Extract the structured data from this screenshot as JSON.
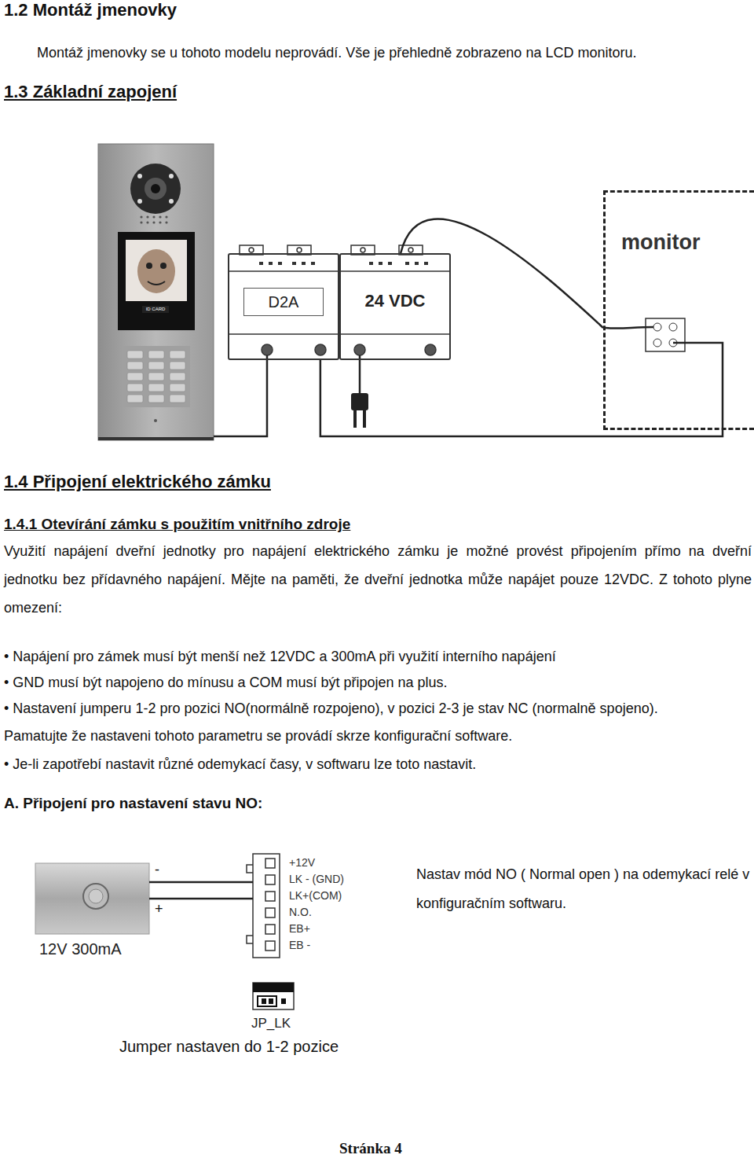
{
  "diagram": {
    "nodes": [
      {
        "text": [
          "D2A"
        ]
      },
      {
        "text": [
          "24 VDC"
        ]
      },
      {
        "text": [
          "monitor"
        ]
      },
      {
        "text": [
          "12V 300mA"
        ]
      },
      {
        "text": [
          "+12V",
          "LK - (GND)",
          "LK+(COM)",
          "N.O.",
          "EB+",
          "EB -"
        ]
      },
      {
        "text": [
          "JP_LK"
        ]
      }
    ],
    "edges": [
      {
        "from": 0,
        "to": 2,
        "arrow": "none"
      },
      {
        "from": 1,
        "to": 2,
        "arrow": "none"
      },
      {
        "from": 3,
        "to": 4,
        "arrow": "none"
      }
    ],
    "labels": [
      "1.2 Montáž jmenovky",
      "Montáž jmenovky se u tohoto modelu neprovádí. Vše je přehledně zobrazeno na LCD monitoru.",
      "1.3 Základní zapojení",
      "ID CARD",
      "1.4 Připojení elektrického zámku",
      "1.4.1 Otevírání zámku s použitím vnitřního zdroje",
      "Využití napájení dveřní jednotky pro napájení elektrického zámku je možné provést připojením přímo na dveřní jednotku bez přídavného napájení. Mějte na paměti, že dveřní jednotka může napájet pouze 12VDC. Z tohoto plyne omezení:",
      "• Napájení pro zámek musí být menší než 12VDC a 300mA při využití interního napájení",
      "• GND musí být napojeno do mínusu a COM musí být připojen na plus.",
      "• Nastavení jumperu 1-2 pro pozici NO(normálně rozpojeno), v pozici 2-3 je stav NC (normalně spojeno). Pamatujte že nastaveni tohoto parametru se provádí skrze konfigurační software.",
      "• Je-li zapotřebí nastavit různé odemykací časy, v softwaru lze toto nastavit.",
      "A. Připojení pro nastavení stavu NO:",
      "-",
      "+",
      "Nastav mód NO ( Normal open ) na odemykací relé v konfiguračním softwaru.",
      "Jumper nastaven do 1-2 pozice",
      "Stránka 4"
    ]
  }
}
